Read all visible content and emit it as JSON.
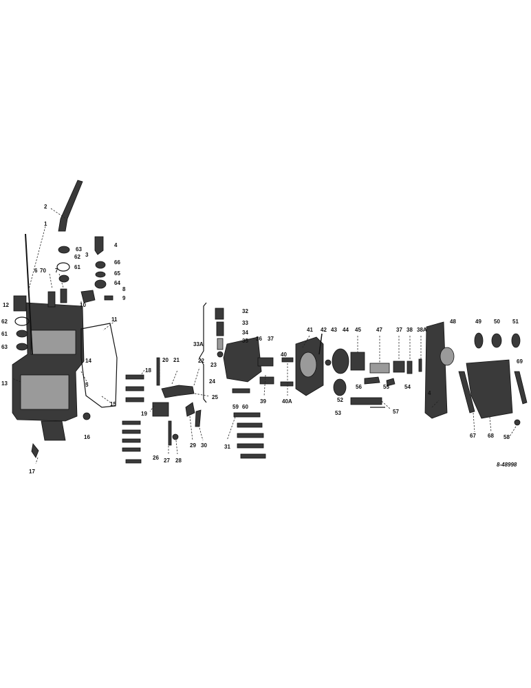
{
  "figure_ref": "8-48998",
  "callouts": [
    "1",
    "2",
    "63",
    "4",
    "62",
    "61",
    "3",
    "66",
    "65",
    "64",
    "70",
    "7",
    "6",
    "8",
    "9",
    "10",
    "12",
    "62",
    "61",
    "63",
    "11",
    "13",
    "5",
    "14",
    "15",
    "16",
    "17",
    "18",
    "20",
    "21",
    "22",
    "19",
    "25",
    "26",
    "27",
    "28",
    "29",
    "30",
    "31",
    "32",
    "33",
    "34",
    "35",
    "33A",
    "23",
    "24",
    "36",
    "37",
    "40",
    "39",
    "59",
    "60",
    "40A",
    "41",
    "42",
    "43",
    "44",
    "45",
    "47",
    "37",
    "38",
    "38A",
    "48",
    "49",
    "50",
    "51",
    "52",
    "53",
    "56",
    "55",
    "54",
    "57",
    "4",
    "69",
    "67",
    "68",
    "58"
  ]
}
